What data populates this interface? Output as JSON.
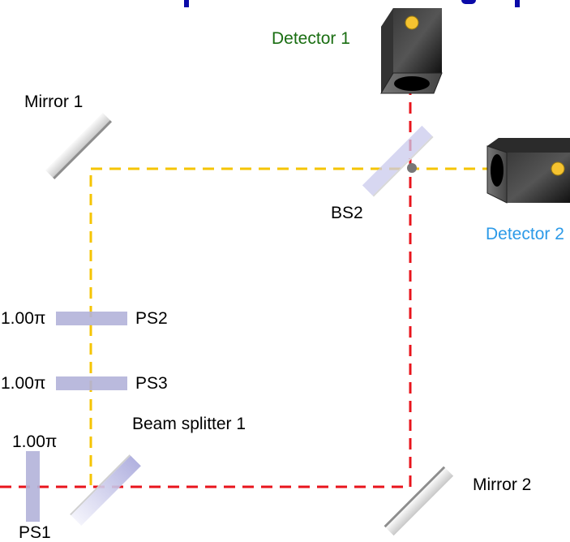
{
  "diagram": {
    "type": "Mach-Zehnder interferometer",
    "colors": {
      "title": "#0a0aa8",
      "beam_horizontal": "#e8141c",
      "beam_vertical": "#f5c400",
      "detector1_label": "#1a6e12",
      "detector2_label": "#2c9ae8",
      "phase_shifter": "#b3b3d9",
      "beam_splitter": "#c9c9ec",
      "detector_body": "#1a1a1a",
      "detector_indicator": "#f5c330",
      "junction_dot": "#777777"
    },
    "components": {
      "detector1": {
        "label": "Detector 1"
      },
      "detector2": {
        "label": "Detector 2"
      },
      "mirror1": {
        "label": "Mirror 1"
      },
      "mirror2": {
        "label": "Mirror 2"
      },
      "bs1": {
        "label": "Beam splitter 1"
      },
      "bs2": {
        "label": "BS2"
      },
      "ps1": {
        "label": "PS1",
        "phase": "1.00π"
      },
      "ps2": {
        "label": "PS2",
        "phase": "1.00π"
      },
      "ps3": {
        "label": "PS3",
        "phase": "1.00π"
      }
    }
  }
}
